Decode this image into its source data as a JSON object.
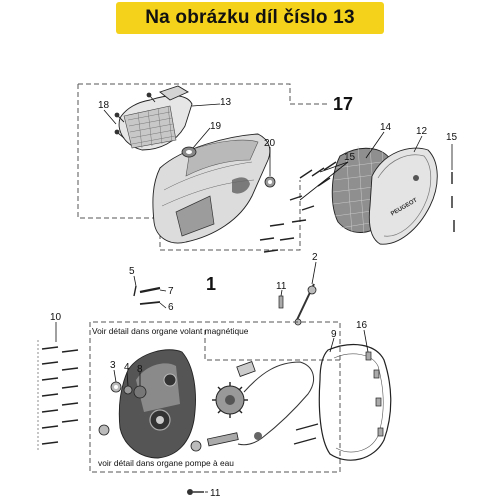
{
  "banner": {
    "text": "Na obrázku díl číslo 13",
    "color": "#f4d21b"
  },
  "diagram": {
    "group_labels": {
      "upper": "17",
      "lower": "1"
    },
    "callouts": {
      "c1": "1",
      "c2": "2",
      "c3": "3",
      "c4": "4",
      "c5": "5",
      "c6": "6",
      "c7": "7",
      "c8": "8",
      "c9": "9",
      "c10": "10",
      "c11a": "11",
      "c11b": "11",
      "c12": "12",
      "c13": "13",
      "c14": "14",
      "c15a": "15",
      "c15b": "15",
      "c16": "16",
      "c18": "18",
      "c19": "19",
      "c20": "20"
    },
    "notes": {
      "flywheel": "Voir détail dans organe volant magnétique",
      "pump": "voir détail dans organe pompe à eau"
    },
    "logo_text": "PEUGEOT"
  }
}
